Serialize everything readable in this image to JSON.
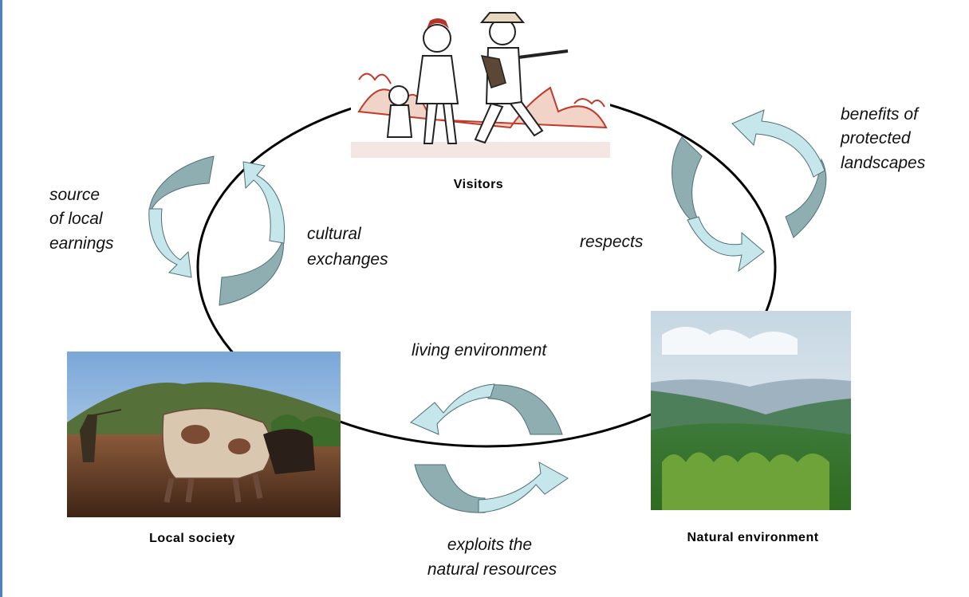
{
  "nodes": {
    "visitors": "Visitors",
    "local_society": "Local society",
    "natural_environment": "Natural environment"
  },
  "flows": {
    "source_of_local_earnings": [
      "source",
      "of local",
      "earnings"
    ],
    "cultural_exchanges": [
      "cultural",
      "exchanges"
    ],
    "respects": "respects",
    "benefits_of_protected_landscapes": [
      "benefits of",
      "protected",
      "landscapes"
    ],
    "living_environment": "living environment",
    "exploits_the_natural_resources": [
      "exploits the",
      "natural resources"
    ]
  },
  "colors": {
    "arrow_dark": "#8faeb2",
    "arrow_light": "#c5e6ea",
    "arrow_stroke": "#4f6f75",
    "cycle_line": "#000000",
    "left_rule": "#4f81bd"
  }
}
